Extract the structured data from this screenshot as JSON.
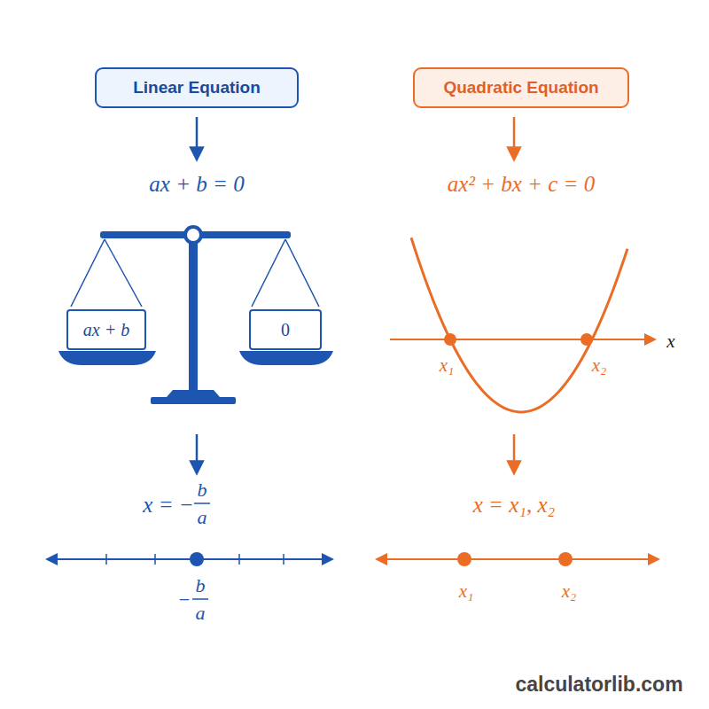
{
  "diagram": {
    "nodes": [
      {
        "text": [
          "Linear Equation"
        ]
      },
      {
        "text": [
          "Quadratic Equation"
        ]
      },
      {
        "text": [
          "ax + b"
        ]
      },
      {
        "text": [
          "0"
        ]
      }
    ],
    "labels": [
      "ax + b = 0",
      "ax² + bx + c = 0",
      "x₁",
      "x₂",
      "x",
      "x = −",
      "b",
      "a",
      "x = x₁, x₂",
      "−",
      "b",
      "a",
      "x₁",
      "x₂",
      "calculatorlib.com"
    ]
  }
}
